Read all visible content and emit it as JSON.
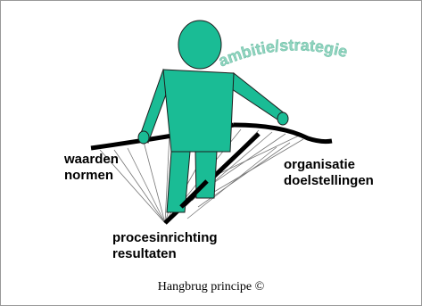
{
  "arc_text": "ambitie/strategie",
  "label_left": [
    "waarden",
    "normen"
  ],
  "label_bottom": [
    "procesinrichting",
    "resultaten"
  ],
  "label_right": [
    "organisatie",
    "doelstellingen"
  ],
  "caption": "Hangbrug principe ©",
  "colors": {
    "figure": "#1abc95",
    "figure_outline": "#1e1e1e",
    "arc_text": "#8fd4bf",
    "ropes": "#000000",
    "cables": "#777777"
  }
}
